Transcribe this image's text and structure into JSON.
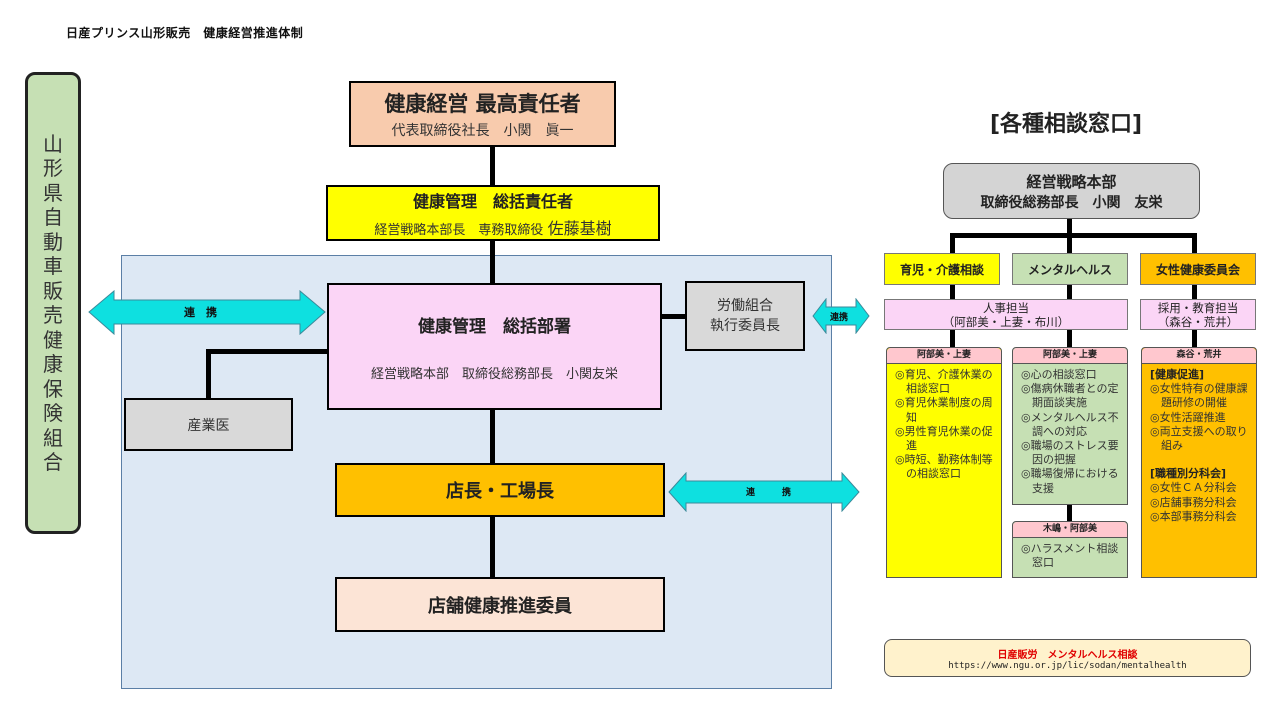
{
  "page_title": "日産プリンス山形販売　健康経営推進体制",
  "health_insurance_union": {
    "label_chars": [
      "山",
      "形",
      "県",
      "自",
      "動",
      "車",
      "販",
      "売",
      "健",
      "康",
      "保",
      "険",
      "組",
      "合"
    ]
  },
  "org": {
    "top": {
      "title": "健康経営 最高責任者",
      "subtitle": "代表取締役社長　小関　眞一"
    },
    "supervisor": {
      "title": "健康管理　総括責任者",
      "subtitle": "経営戦略本部長　専務取締役",
      "name": "佐藤基樹"
    },
    "department": {
      "title": "健康管理　総括部署",
      "subtitle": "経営戦略本部　取締役総務部長　小関友栄"
    },
    "union": {
      "line1": "労働組合",
      "line2": "執行委員長"
    },
    "doctor": {
      "label": "産業医"
    },
    "store_manager": {
      "label": "店長・工場長"
    },
    "store_promoter": {
      "label": "店舗健康推進委員"
    }
  },
  "arrows": {
    "left": "連　携",
    "union": "連携",
    "store": "連　　　携"
  },
  "consult": {
    "title": "[各種相談窓口]",
    "head": {
      "line1": "経営戦略本部",
      "line2": "取締役総務部長　小関　友栄"
    },
    "categories": [
      {
        "label": "育児・介護相談",
        "color": "#ffff00"
      },
      {
        "label": "メンタルヘルス",
        "color": "#c6e0b4"
      },
      {
        "label": "女性健康委員会",
        "color": "#ffc000"
      }
    ],
    "hr_main": {
      "line1": "人事担当",
      "line2": "（阿部美・上妻・布川）"
    },
    "hr_women": {
      "line1": "採用・教育担当",
      "line2": "（森谷・荒井）"
    },
    "cards": [
      {
        "head": "阿部美・上妻",
        "color": "#ffff00",
        "items": [
          "◎育児、介護休業の相談窓口",
          "◎育児休業制度の周知",
          "◎男性育児休業の促進",
          "◎時短、勤務体制等の相談窓口"
        ]
      },
      {
        "head": "阿部美・上妻",
        "color": "#c6e0b4",
        "items": [
          "◎心の相談窓口",
          "◎傷病休職者との定期面談実施",
          "◎メンタルヘルス不調への対応",
          "◎職場のストレス要因の把握",
          "◎職場復帰における支援"
        ]
      },
      {
        "head": "木嶋・阿部美",
        "color": "#c6e0b4",
        "items": [
          "◎ハラスメント相談窓口"
        ]
      },
      {
        "head": "森谷・荒井",
        "color": "#ffc000",
        "section1": "[健康促進]",
        "items1": [
          "◎女性特有の健康課題研修の開催",
          "◎女性活躍推進",
          "◎両立支援への取り組み"
        ],
        "section2": "[職種別分科会]",
        "items2": [
          "◎女性ＣＡ分科会",
          "◎店舗事務分科会",
          "◎本部事務分科会"
        ]
      }
    ]
  },
  "mental_link": {
    "title": "日産販労　メンタルヘルス相談",
    "url": "https://www.ngu.or.jp/lic/sodan/mentalhealth"
  },
  "colors": {
    "arrow": "#0ee0e0",
    "panel": "#dde8f4"
  }
}
